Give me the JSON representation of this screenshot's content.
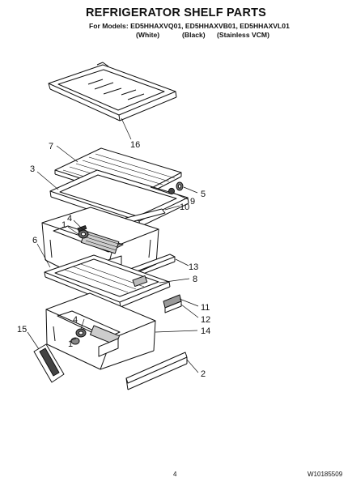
{
  "header": {
    "title": "REFRIGERATOR SHELF PARTS",
    "models_line": "For Models: ED5HHAXVQ01, ED5HHAXVB01, ED5HHAXVL01",
    "colors": [
      "(White)",
      "(Black)",
      "(Stainless VCM)"
    ]
  },
  "callouts": [
    {
      "id": "16",
      "label": "16"
    },
    {
      "id": "7",
      "label": "7"
    },
    {
      "id": "3",
      "label": "3"
    },
    {
      "id": "5",
      "label": "5"
    },
    {
      "id": "9",
      "label": "9"
    },
    {
      "id": "10",
      "label": "10"
    },
    {
      "id": "4a",
      "label": "4"
    },
    {
      "id": "1a",
      "label": "1"
    },
    {
      "id": "6",
      "label": "6"
    },
    {
      "id": "13",
      "label": "13"
    },
    {
      "id": "8",
      "label": "8"
    },
    {
      "id": "11",
      "label": "11"
    },
    {
      "id": "12",
      "label": "12"
    },
    {
      "id": "4b",
      "label": "4"
    },
    {
      "id": "14",
      "label": "14"
    },
    {
      "id": "15",
      "label": "15"
    },
    {
      "id": "1b",
      "label": "1"
    },
    {
      "id": "2",
      "label": "2"
    }
  ],
  "footer": {
    "page_number": "4",
    "doc_number": "W10185509"
  }
}
